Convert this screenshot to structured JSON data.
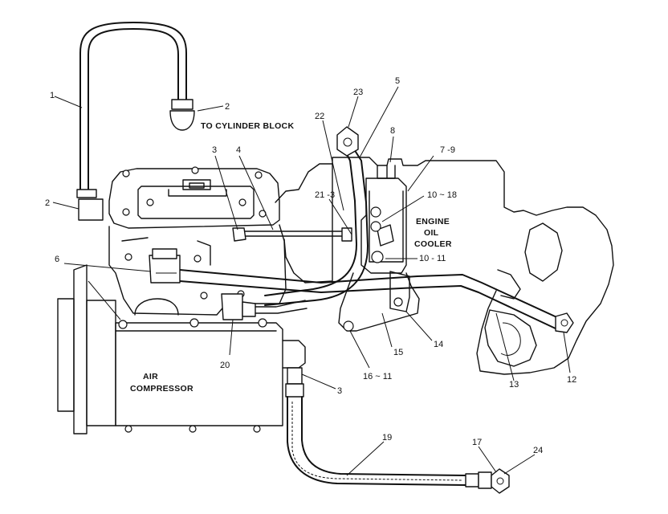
{
  "labels": {
    "to_cylinder_block": "TO CYLINDER BLOCK",
    "engine": "ENGINE",
    "oil": "OIL",
    "cooler": "COOLER",
    "air": "AIR",
    "compressor": "COMPRESSOR"
  },
  "callouts": {
    "c1": "1",
    "c2a": "2",
    "c2b": "2",
    "c3a": "3",
    "c4": "4",
    "c5": "5",
    "c6": "6",
    "c7_9": "7 -9",
    "c8": "8",
    "c10_18": "10 ~ 18",
    "c10_11": "10 - 11",
    "c21_3": "21 -3",
    "c22": "22",
    "c23": "23",
    "c20": "20",
    "c3b": "3",
    "c15": "15",
    "c14": "14",
    "c16_11": "16 ~ 11",
    "c13": "13",
    "c12": "12",
    "c19": "19",
    "c17": "17",
    "c24": "24"
  }
}
